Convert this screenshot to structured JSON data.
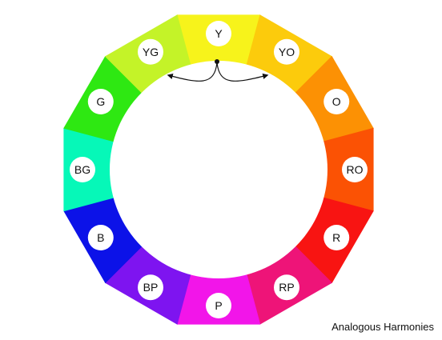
{
  "diagram": {
    "caption": "Analogous Harmonies",
    "start_segment": "Y",
    "arrow_targets": [
      "YG",
      "YO"
    ],
    "segments": [
      {
        "label": "Y",
        "color": "#f7f31b"
      },
      {
        "label": "YO",
        "color": "#fccb0c"
      },
      {
        "label": "O",
        "color": "#fc9104"
      },
      {
        "label": "RO",
        "color": "#fb5204"
      },
      {
        "label": "R",
        "color": "#f81412"
      },
      {
        "label": "RP",
        "color": "#ee1478"
      },
      {
        "label": "P",
        "color": "#f215e9"
      },
      {
        "label": "BP",
        "color": "#7e14f0"
      },
      {
        "label": "B",
        "color": "#0c12e8"
      },
      {
        "label": "BG",
        "color": "#06f8b8"
      },
      {
        "label": "G",
        "color": "#2ee812"
      },
      {
        "label": "YG",
        "color": "#c4f328"
      }
    ]
  }
}
